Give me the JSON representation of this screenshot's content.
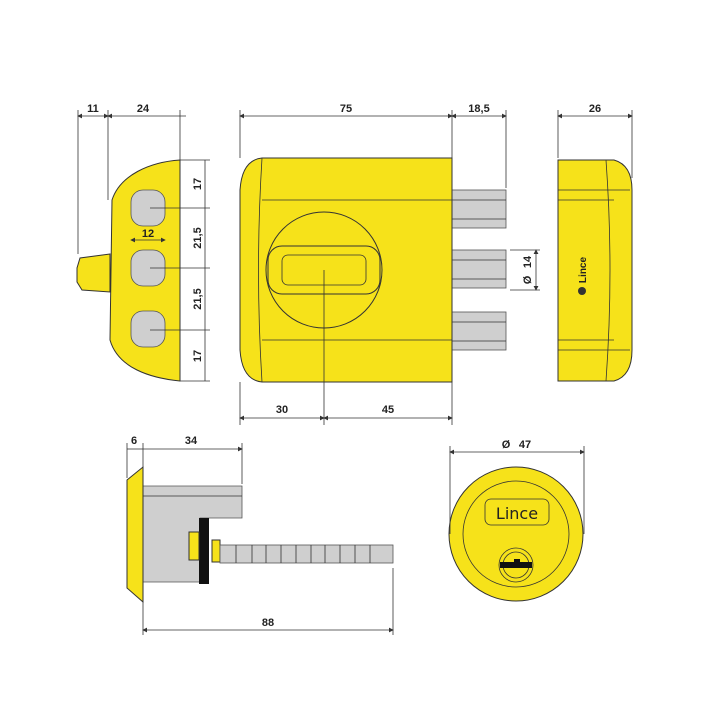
{
  "brand": "Lince",
  "colors": {
    "body": "#f6e21a",
    "metal": "#cfcfcf",
    "line": "#333333"
  },
  "left_view": {
    "dims": {
      "protrusion": "11",
      "depth": "24",
      "top": "17",
      "spacing1": "21,5",
      "spacing2": "21,5",
      "bottom": "17",
      "hole_width": "12"
    }
  },
  "front_view": {
    "dims": {
      "width": "75",
      "bolt_throw": "18,5",
      "bolt_diameter": "14",
      "left_to_axis": "30",
      "axis_to_right": "45"
    },
    "bolt_diameter_symbol": "Ø"
  },
  "side_view": {
    "dims": {
      "depth": "26"
    },
    "logo": "Lince"
  },
  "cylinder_side": {
    "dims": {
      "flange": "6",
      "body": "34",
      "total": "88"
    }
  },
  "cylinder_face": {
    "dims": {
      "diameter": "47"
    },
    "diameter_symbol": "Ø",
    "logo": "Lince"
  }
}
